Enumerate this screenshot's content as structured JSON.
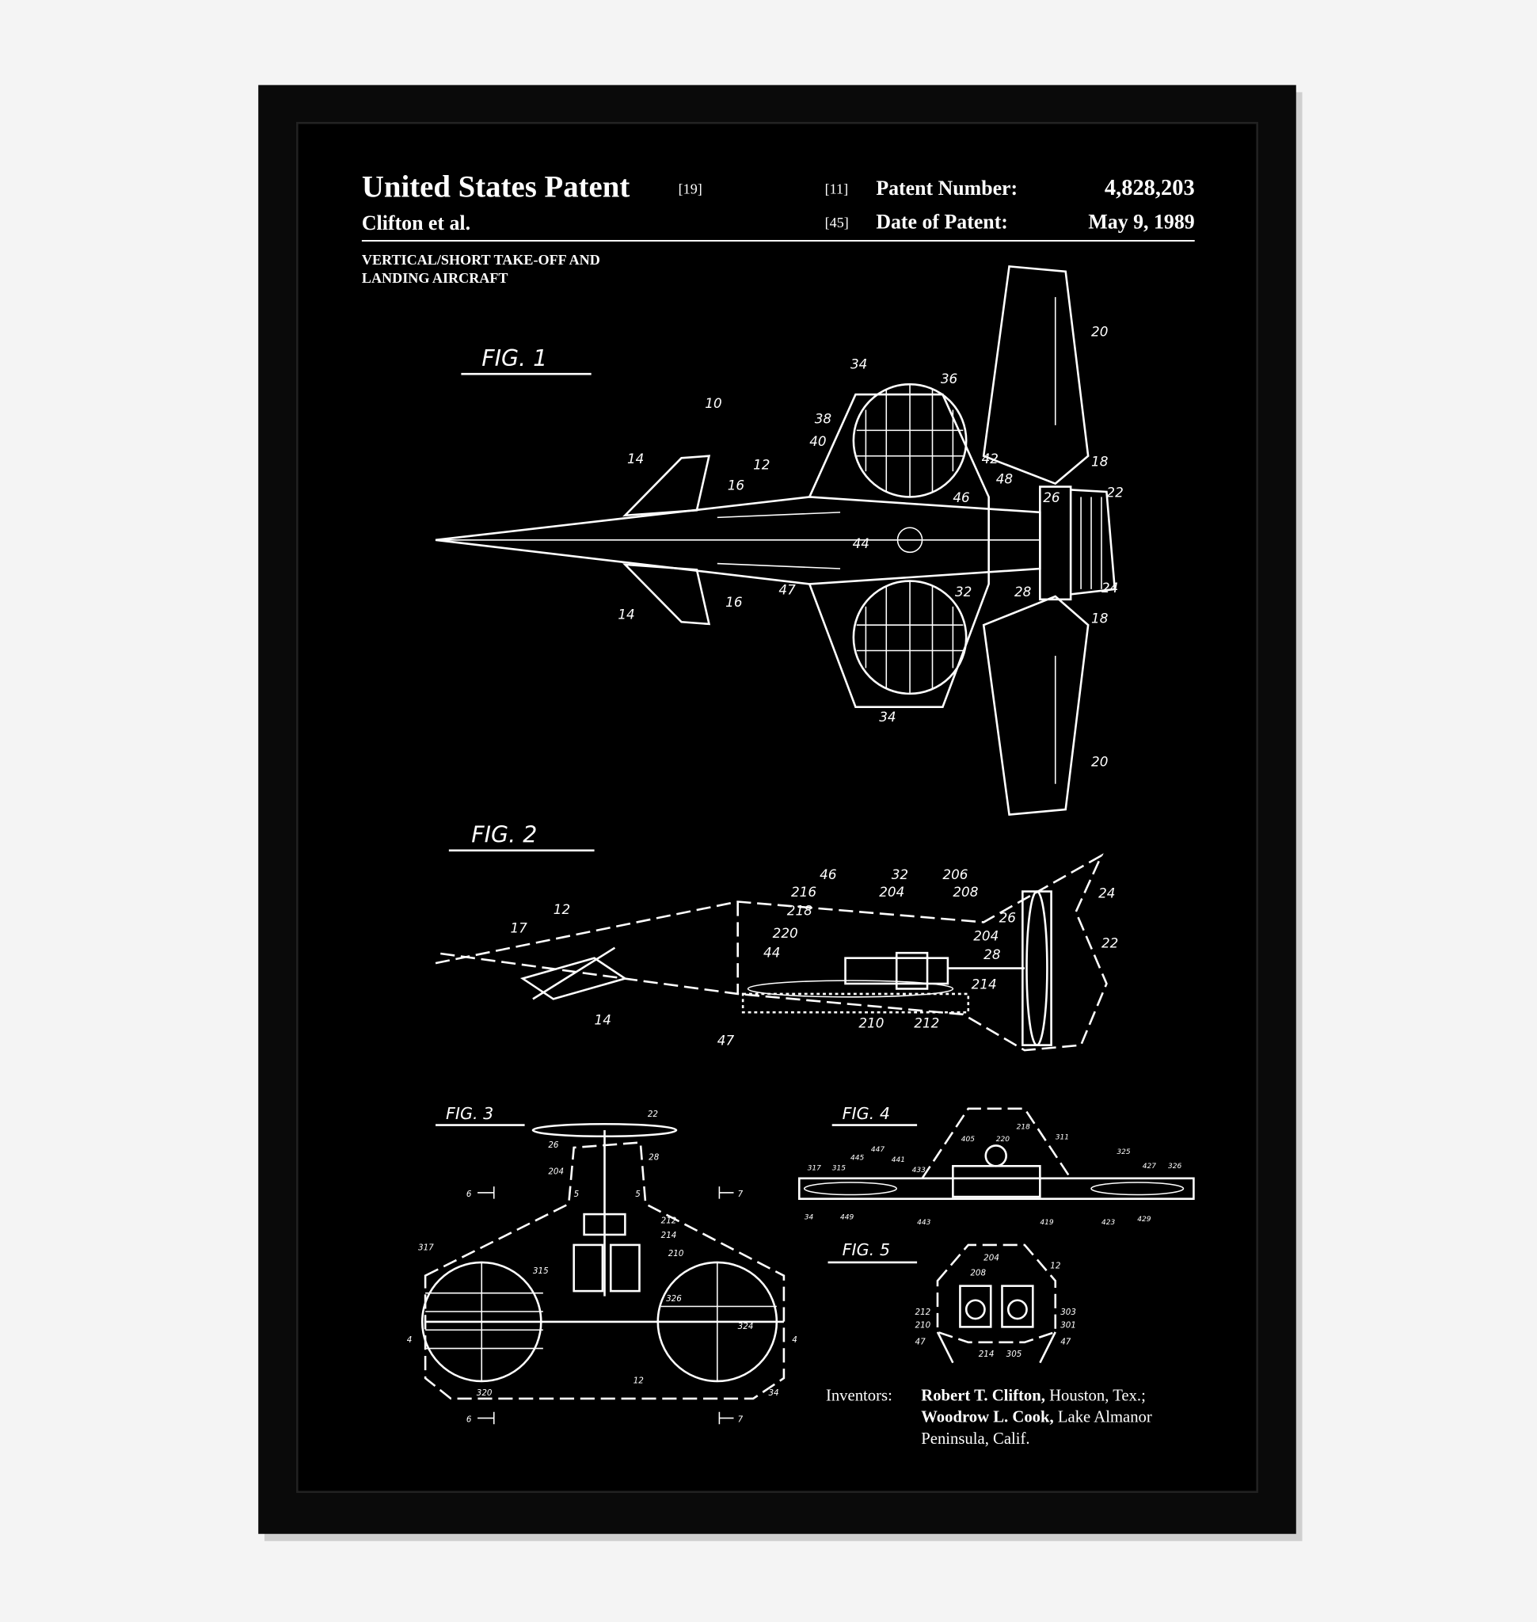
{
  "header": {
    "title": "United States Patent",
    "title_code": "[19]",
    "assignee": "Clifton et al.",
    "number_code": "[11]",
    "number_label": "Patent Number:",
    "number_value": "4,828,203",
    "date_code": "[45]",
    "date_label": "Date of Patent:",
    "date_value": "May 9, 1989"
  },
  "invention_title": [
    "VERTICAL/SHORT TAKE-OFF AND",
    "LANDING AIRCRAFT"
  ],
  "figures": {
    "fig1": "FIG. 1",
    "fig2": "FIG. 2",
    "fig3": "FIG. 3",
    "fig4": "FIG. 4",
    "fig5": "FIG. 5"
  },
  "callouts": {
    "fig1": [
      "10",
      "12",
      "14",
      "16",
      "14",
      "16",
      "34",
      "36",
      "38",
      "40",
      "42",
      "48",
      "46",
      "44",
      "32",
      "28",
      "26",
      "22",
      "24",
      "18",
      "18",
      "20",
      "20",
      "47",
      "34"
    ],
    "fig2": [
      "12",
      "17",
      "14",
      "47",
      "46",
      "32",
      "206",
      "216",
      "204",
      "208",
      "218",
      "220",
      "44",
      "204",
      "26",
      "28",
      "24",
      "22",
      "214",
      "210",
      "212"
    ],
    "fig3": [
      "22",
      "26",
      "28",
      "204",
      "5",
      "5",
      "6",
      "7",
      "6",
      "7",
      "212",
      "214",
      "210",
      "317",
      "315",
      "326",
      "324",
      "320",
      "12",
      "34",
      "4",
      "4"
    ],
    "fig4": [
      "317",
      "315",
      "445",
      "447",
      "441",
      "433",
      "405",
      "220",
      "218",
      "311",
      "325",
      "427",
      "326",
      "34",
      "449",
      "443",
      "419",
      "423",
      "429"
    ],
    "fig5": [
      "204",
      "12",
      "208",
      "212",
      "210",
      "303",
      "301",
      "47",
      "214",
      "305",
      "47"
    ]
  },
  "inventors": {
    "label": "Inventors:",
    "lines": [
      {
        "bold": "Robert T. Clifton,",
        "rest": " Houston, Tex.;"
      },
      {
        "bold": "Woodrow L. Cook,",
        "rest": " Lake Almanor"
      },
      {
        "bold": "",
        "rest": "Peninsula, Calif."
      }
    ]
  }
}
